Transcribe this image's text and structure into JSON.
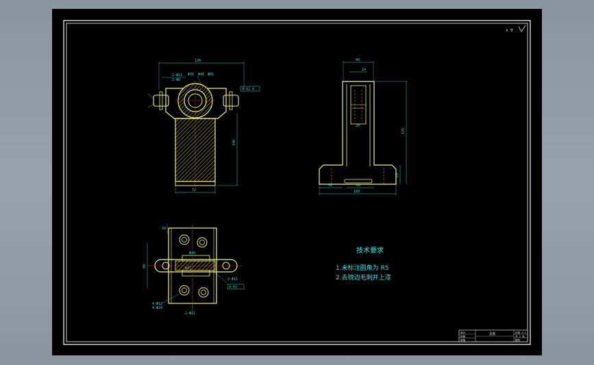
{
  "drawing": {
    "roughness_mark": "x ∇",
    "tech_requirements": {
      "title": "技术要求",
      "items": [
        "1.未标注圆角为 R5",
        "2.去锐边毛刺并上漆"
      ]
    },
    "front_view": {
      "dims": {
        "overall_width": "120",
        "hole_a": "2-Φ11",
        "hole_b": "2-Φ8",
        "bore_small": "Φ30",
        "bore_mid": "Φ48",
        "bore_large": "Φ65",
        "height": "140",
        "base_width": "72",
        "tol": "0.02 A"
      }
    },
    "side_view": {
      "dims": {
        "top": "40",
        "inner": "24",
        "slot": "20",
        "height": "176",
        "base_h": "25",
        "foot": "40",
        "mid": "40",
        "total": "160"
      }
    },
    "top_view": {
      "dims": {
        "left": "30",
        "height": "80",
        "bore": "Φ30",
        "slot": "Φ47",
        "hole_a": "4-Φ12",
        "hole_b": "4-Φ24",
        "hole_c": "2-Φ11",
        "tol": "0.02"
      }
    },
    "title_block": {
      "name": "支座",
      "rows": [
        "设计",
        "校核",
        "审核"
      ],
      "right": [
        "比例 1:1",
        "共 1 张",
        "图号"
      ]
    },
    "colors": {
      "sheet": "#000000",
      "border": "#ffffff",
      "outline": "#f7f27a",
      "dimension": "#2ed7d7",
      "hatch": "#d4c84e",
      "center": "#e0464a"
    }
  }
}
